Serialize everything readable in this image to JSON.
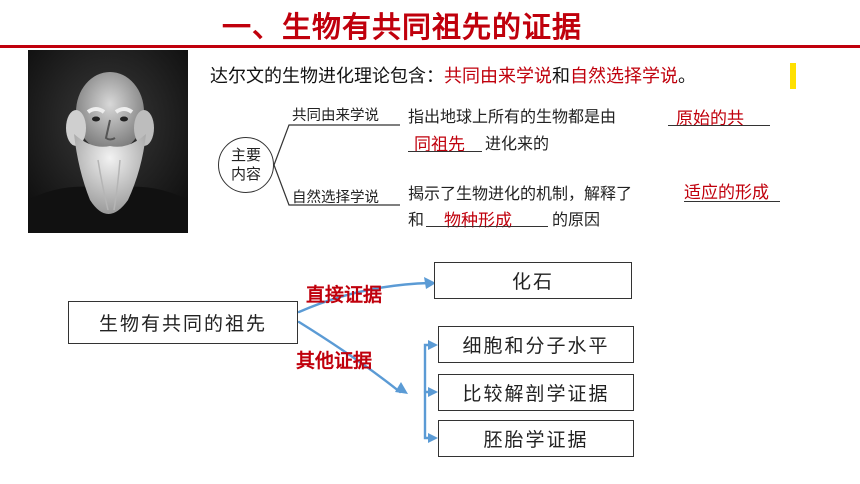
{
  "slide": {
    "title": "一、生物有共同祖先的证据"
  },
  "intro": {
    "prefix": "达尔文的生物进化理论包含：",
    "theory1": "共同由来学说",
    "conj": "和",
    "theory2": "自然选择学说",
    "suffix": "。"
  },
  "concept_map": {
    "center_line1": "主要",
    "center_line2": "内容",
    "branch1": {
      "label": "共同由来学说",
      "text1": "指出地球上所有的生物都是由",
      "answer1": "原始的共",
      "answer2": "同祖先",
      "text2": "进化来的"
    },
    "branch2": {
      "label": "自然选择学说",
      "text1": "揭示了生物进化的机制，解释了",
      "answer1": "适应的形成",
      "text2": "和",
      "answer2": "物种形成",
      "text3": "的原因"
    }
  },
  "evidence": {
    "root": "生物有共同的祖先",
    "direct_label": "直接证据",
    "other_label": "其他证据",
    "direct_items": [
      "化石"
    ],
    "other_items": [
      "细胞和分子水平",
      "比较解剖学证据",
      "胚胎学证据"
    ]
  },
  "colors": {
    "accent_red": "#c0000c",
    "arrow_blue": "#5b9bd5",
    "highlight_yellow": "#ffe000"
  }
}
